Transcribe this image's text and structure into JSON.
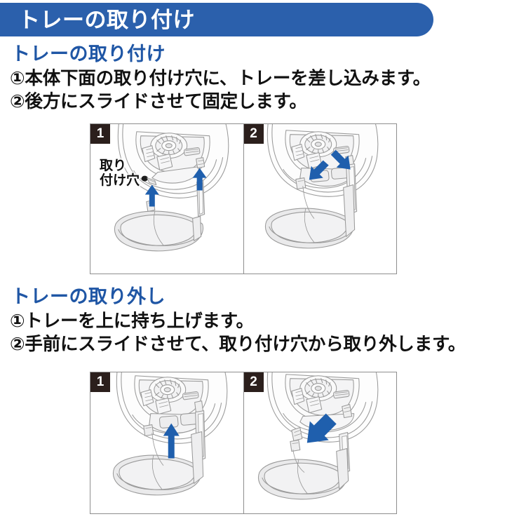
{
  "header": {
    "title": "トレーの取り付け",
    "bar_color": "#2b60ac"
  },
  "theme": {
    "heading_blue": "#1f56a5",
    "arrow_blue": "#1f5fad",
    "badge_dark": "#2b1f1c",
    "frame_gray": "#8e8e8e",
    "line_gray": "#9a9a9a",
    "fill_gray": "#e9e9ea"
  },
  "sections": [
    {
      "heading": "トレーの取り付け",
      "steps": [
        "①本体下面の取り付け穴に、トレーを差し込みます。",
        "②後方にスライドさせて固定します。"
      ],
      "panels": [
        {
          "badge": "1",
          "callout": "取り\n付け穴",
          "arrows": [
            "up-left-arrow",
            "up-right-arrow"
          ]
        },
        {
          "badge": "2",
          "callout": null,
          "arrows": [
            "down-left-arrow",
            "down-right-arrow"
          ]
        }
      ]
    },
    {
      "heading": "トレーの取り外し",
      "steps": [
        "①トレーを上に持ち上げます。",
        "②手前にスライドさせて、取り付け穴から取り外します。"
      ],
      "panels": [
        {
          "badge": "1",
          "callout": null,
          "arrows": [
            "up-arrow"
          ]
        },
        {
          "badge": "2",
          "callout": null,
          "arrows": [
            "down-forward-arrow"
          ]
        }
      ]
    }
  ]
}
